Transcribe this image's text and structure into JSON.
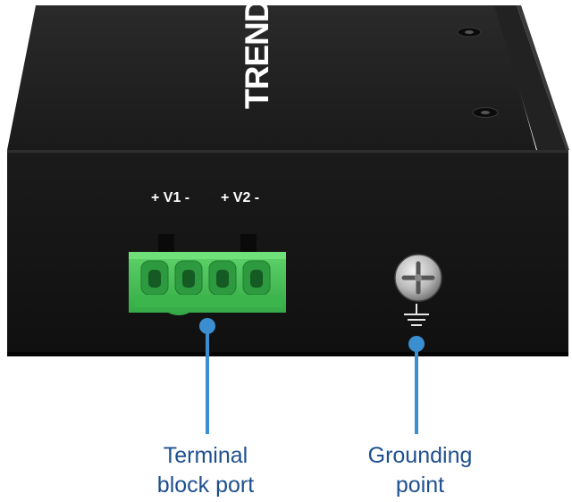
{
  "brand": "TRENDnet",
  "ports": {
    "v1": "+ V1 -",
    "v2": "+ V2 -"
  },
  "callouts": {
    "terminal": [
      "Terminal",
      "block port"
    ],
    "grounding": [
      "Grounding",
      "point"
    ]
  },
  "colors": {
    "casing": "#141414",
    "terminal_block": "#4cc45a",
    "callout": "#3b8fd0",
    "callout_text": "#1f4f8f"
  }
}
